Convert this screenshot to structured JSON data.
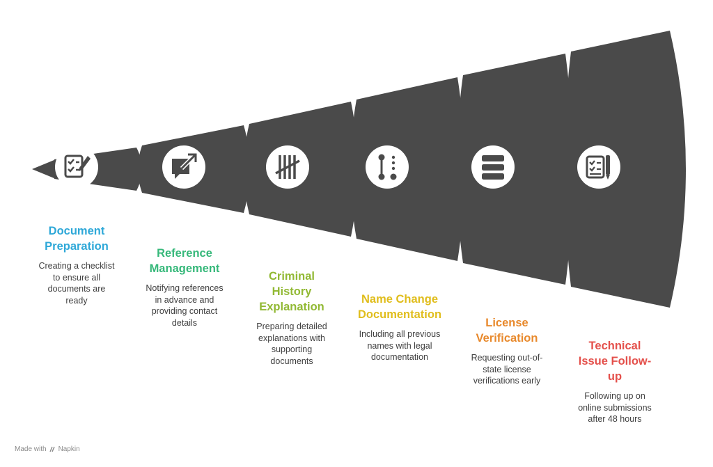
{
  "steps": [
    {
      "title": "Document Preparation",
      "title_lines": [
        "Document",
        "Preparation"
      ],
      "desc": "Creating a checklist to ensure all documents are ready",
      "desc_lines": [
        "Creating a checklist",
        "to ensure all",
        "documents are",
        "ready"
      ],
      "color": "#2ea8d8",
      "icon": "checklist-pen-icon"
    },
    {
      "title": "Reference Management",
      "title_lines": [
        "Reference",
        "Management"
      ],
      "desc": "Notifying references in advance and providing contact details",
      "desc_lines": [
        "Notifying references",
        "in advance and",
        "providing contact",
        "details"
      ],
      "color": "#36b87a",
      "icon": "message-arrow-icon"
    },
    {
      "title": "Criminal History Explanation",
      "title_lines": [
        "Criminal",
        "History",
        "Explanation"
      ],
      "desc": "Preparing detailed explanations with supporting documents",
      "desc_lines": [
        "Preparing detailed",
        "explanations with",
        "supporting",
        "documents"
      ],
      "color": "#92b934",
      "icon": "tally-marks-icon"
    },
    {
      "title": "Name Change Documentation",
      "title_lines": [
        "Name Change",
        "Documentation"
      ],
      "desc": "Including all previous names with legal documentation",
      "desc_lines": [
        "Including all previous",
        "names with legal",
        "documentation"
      ],
      "color": "#e0bd1c",
      "icon": "path-nodes-icon"
    },
    {
      "title": "License Verification",
      "title_lines": [
        "License",
        "Verification"
      ],
      "desc": "Requesting out-of-state license verifications early",
      "desc_lines": [
        "Requesting out-of-",
        "state license",
        "verifications early"
      ],
      "color": "#e8892c",
      "icon": "stacked-records-icon"
    },
    {
      "title": "Technical Issue Follow-up",
      "title_lines": [
        "Technical",
        "Issue Follow-",
        "up"
      ],
      "desc": "Following up on online submissions after 48 hours",
      "desc_lines": [
        "Following up on",
        "online submissions",
        "after 48 hours"
      ],
      "color": "#e4504b",
      "icon": "clipboard-pen-icon"
    }
  ],
  "footer": {
    "prefix": "Made with",
    "brand": "Napkin"
  },
  "colors": {
    "funnel": "#4a4a4a",
    "icon_fill": "#ffffff"
  }
}
